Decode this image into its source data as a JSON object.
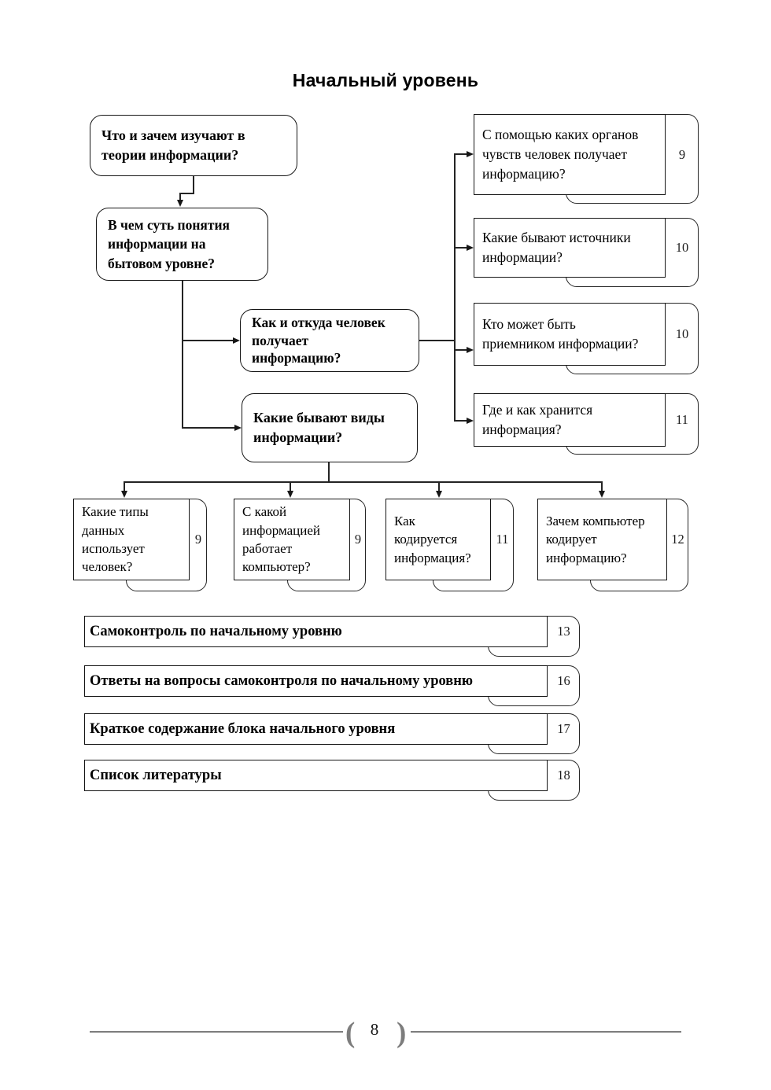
{
  "title": "Начальный уровень",
  "diagram": {
    "question_boxes": [
      {
        "label": "Что и зачем изучают в\nтеории информации?"
      },
      {
        "label": "В чем суть понятия\nинформации на\nбытовом уровне?"
      },
      {
        "label": "Как и откуда человек\nполучает\nинформацию?"
      },
      {
        "label": "Какие бывают виды\nинформации?"
      }
    ],
    "right_topics": [
      {
        "label": "С помощью каких органов\nчувств человек получает\nинформацию?",
        "page": "9"
      },
      {
        "label": "Какие бывают источники\nинформации?",
        "page": "10"
      },
      {
        "label": "Кто может быть\nприемником информации?",
        "page": "10"
      },
      {
        "label": "Где и как хранится\nинформация?",
        "page": "11"
      }
    ],
    "bottom_topics": [
      {
        "label": "Какие типы\nданных\nиспользует\nчеловек?",
        "page": "9"
      },
      {
        "label": "С какой\nинформацией\nработает\nкомпьютер?",
        "page": "9"
      },
      {
        "label": "Как\nкодируется\nинформация?",
        "page": "11"
      },
      {
        "label": "Зачем компьютер\nкодирует\nинформацию?",
        "page": "12"
      }
    ],
    "section_bars": [
      {
        "label": "Самоконтроль по начальному уровню",
        "page": "13"
      },
      {
        "label": "Ответы на вопросы самоконтроля по начальному уровню",
        "page": "16"
      },
      {
        "label": "Краткое содержание блока начального уровня",
        "page": "17"
      },
      {
        "label": "Список литературы",
        "page": "18"
      }
    ]
  },
  "footer": {
    "page_number": "8",
    "left_bracket": "(",
    "right_bracket": ")"
  },
  "colors": {
    "background": "#ffffff",
    "box_border": "#161616",
    "connector": "#242424",
    "footer_rule": "#7d7d7d",
    "text": "#000000"
  }
}
